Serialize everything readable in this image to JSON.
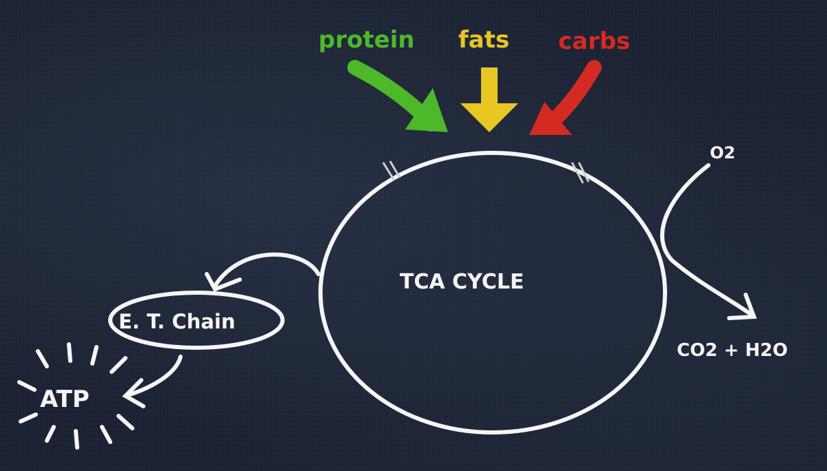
{
  "inputs": {
    "protein": "protein",
    "fats": "fats",
    "carbs": "carbs"
  },
  "cycle_label": "TCA CYCLE",
  "chain_label": "E. T. Chain",
  "atp_label": "ATP",
  "o2_label": "O2",
  "output_label": "CO2 + H2O",
  "colors": {
    "protein": "#4cb82a",
    "fats": "#e8c624",
    "carbs": "#d42a22",
    "chalk": "#f5f5f5",
    "board": "#1b2233"
  }
}
